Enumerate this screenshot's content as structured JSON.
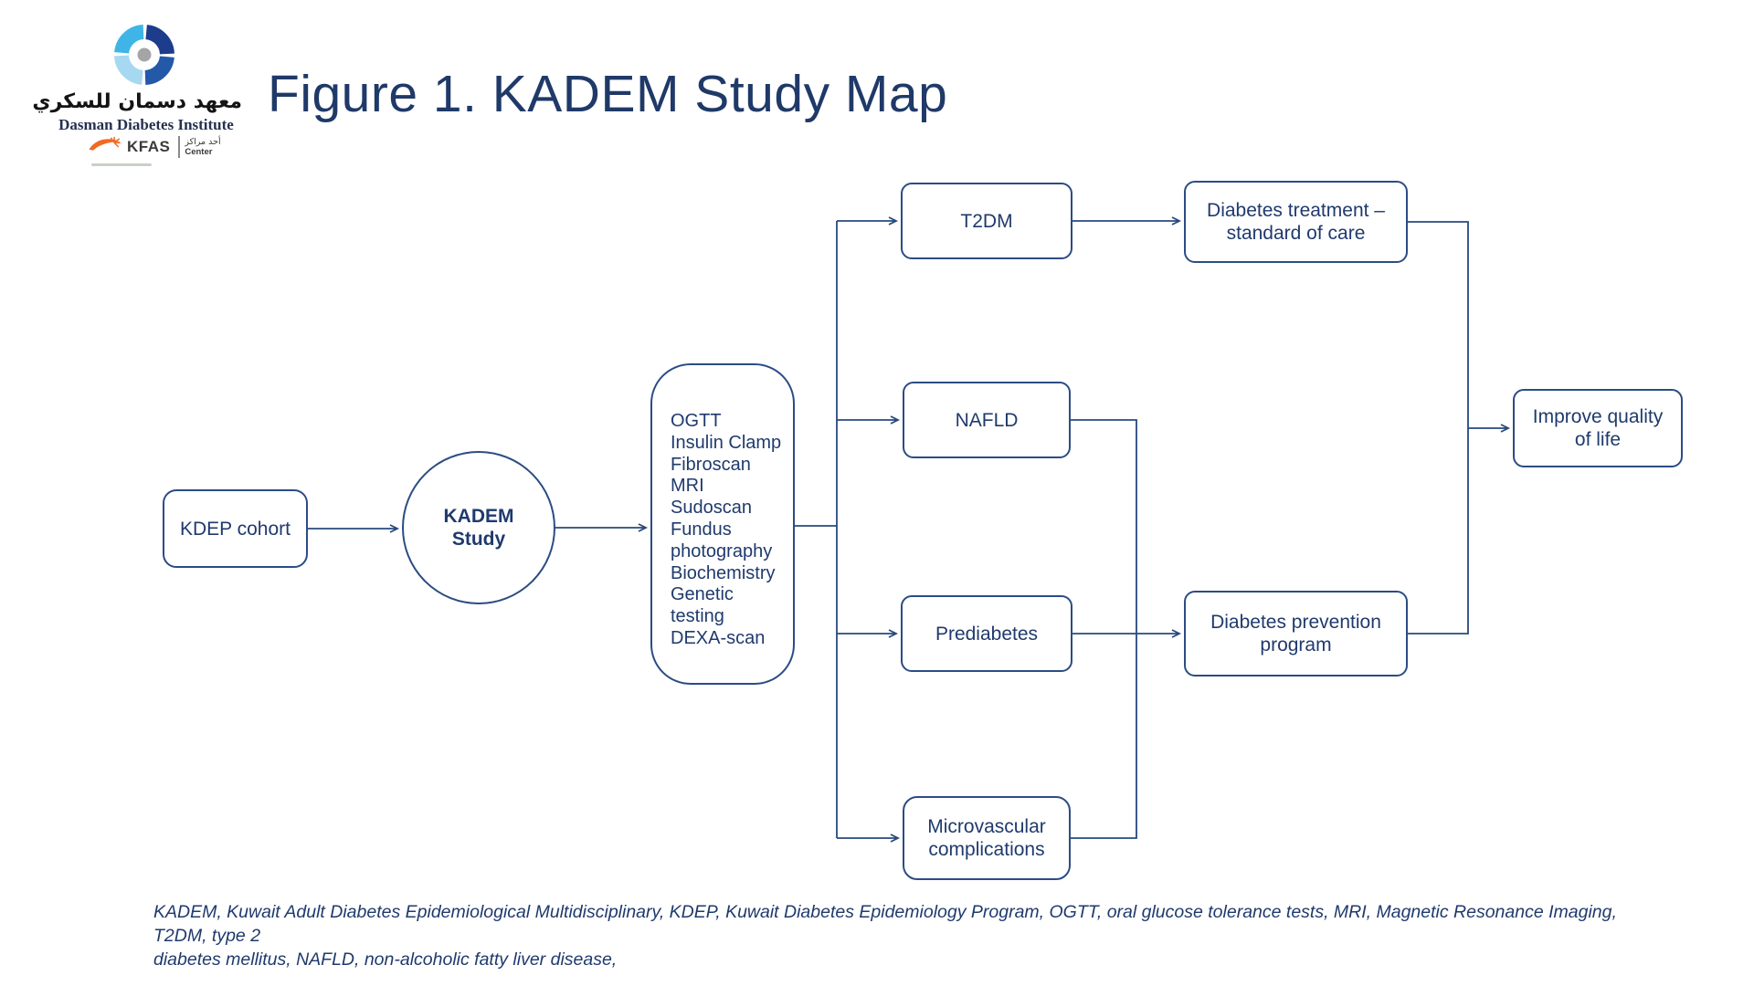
{
  "title": "Figure 1. KADEM Study Map",
  "logo": {
    "arabic_name": "معهد دسمان للسكري",
    "english_name": "Dasman Diabetes Institute",
    "kfas_label": "KFAS",
    "center_arabic": "أحد مراكز",
    "center_english": "Center"
  },
  "colors": {
    "accent_navy": "#1F3A6D",
    "box_border": "#2B4C84",
    "connector": "#27497E",
    "kfas_orange": "#F16A22",
    "swirl_light_blue": "#3EB5E6",
    "swirl_dark_navy": "#1D3C8C",
    "swirl_royal_blue": "#2458A8",
    "swirl_pale_blue": "#A7D8F2"
  },
  "diagram": {
    "nodes": {
      "kdep": "KDEP cohort",
      "kadem": "KADEM\nStudy",
      "tests": "OGTT\nInsulin Clamp\nFibroscan\nMRI\nSudoscan\nFundus\nphotography\nBiochemistry\nGenetic\ntesting\nDEXA-scan",
      "t2dm": "T2DM",
      "nafld": "NAFLD",
      "prediabetes": "Prediabetes",
      "microvascular": "Microvascular\ncomplications",
      "treatment": "Diabetes treatment –\nstandard of care",
      "prevention": "Diabetes prevention\nprogram",
      "qol": "Improve quality\nof life"
    }
  },
  "footnote": {
    "text": "KADEM, Kuwait Adult Diabetes Epidemiological Multidisciplinary, KDEP, Kuwait Diabetes Epidemiology Program, OGTT, oral glucose tolerance tests, MRI, Magnetic Resonance Imaging, T2DM, type 2\ndiabetes mellitus, NAFLD, non-alcoholic fatty liver disease,"
  }
}
